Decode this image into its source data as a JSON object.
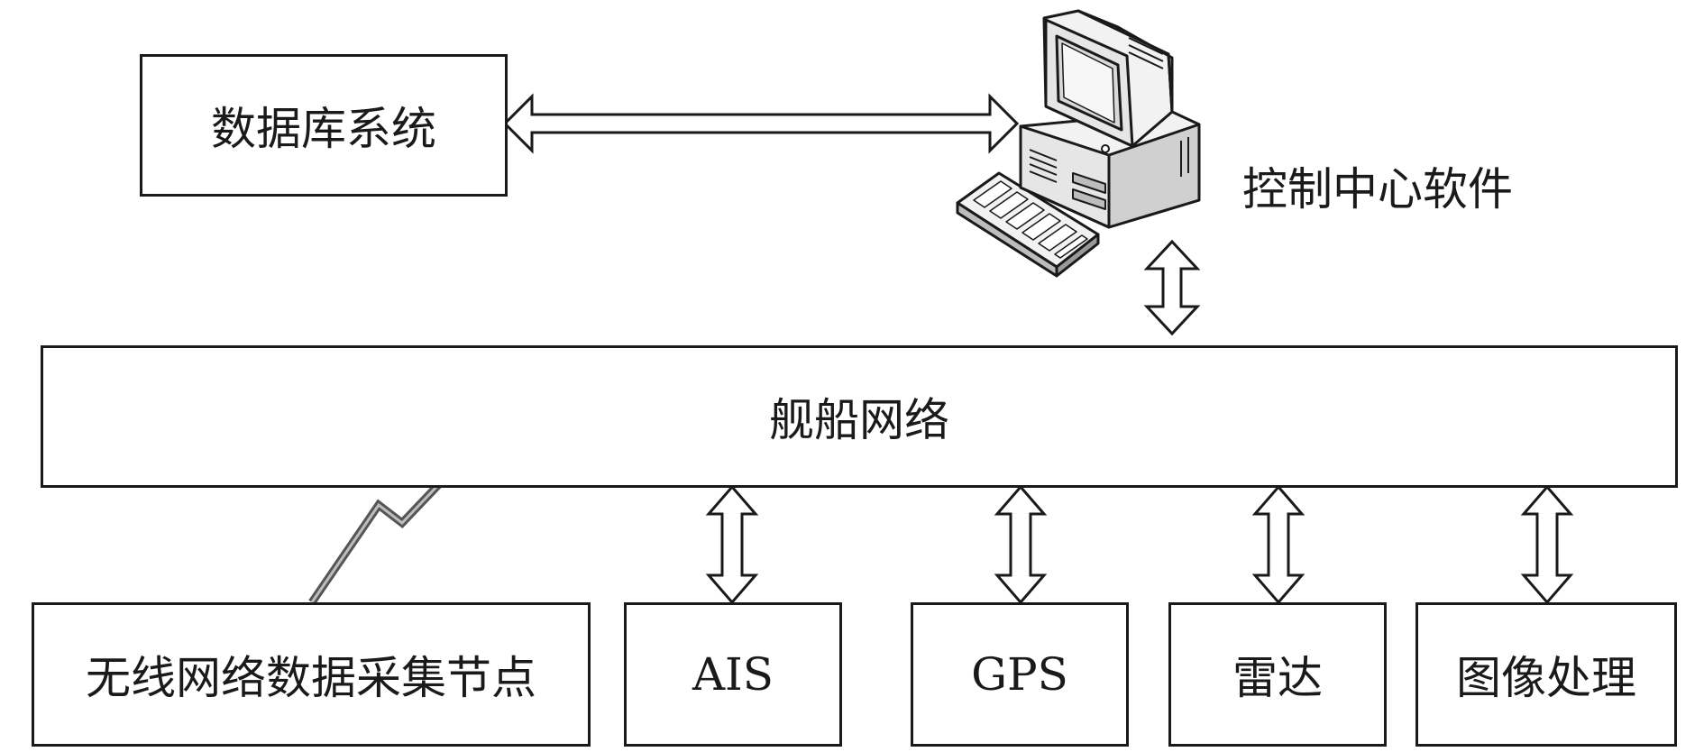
{
  "diagram": {
    "database_label": "数据库系统",
    "control_label": "控制中心软件",
    "network_label": "舰船网络",
    "nodes": {
      "wireless": "无线网络数据采集节点",
      "ais": "AIS",
      "gps": "GPS",
      "radar": "雷达",
      "image": "图像处理"
    },
    "colors": {
      "line": "#1a1a1a",
      "bolt": "#555555",
      "monitor_screen": "#d9d9d9",
      "case": "#f2f2f2"
    },
    "icons": [
      "computer-icon",
      "lightning-bolt-icon",
      "double-arrow-icon"
    ]
  }
}
